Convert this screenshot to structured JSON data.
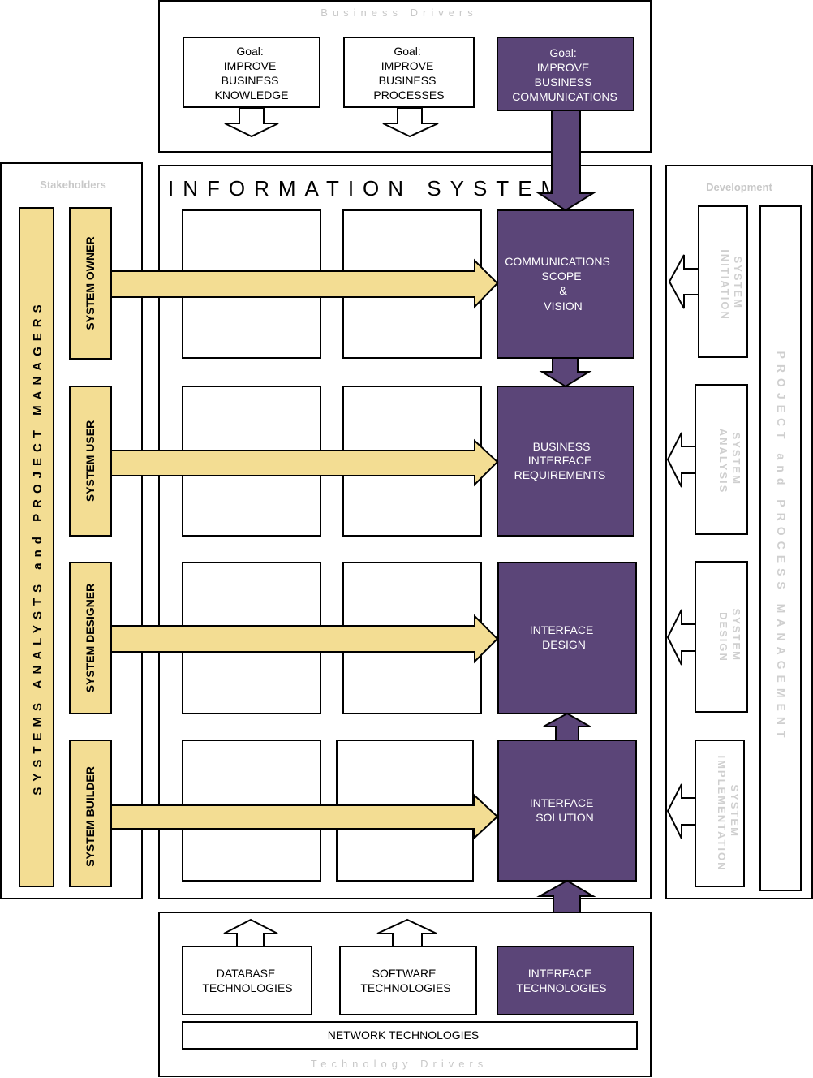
{
  "business_drivers": {
    "title": "Business Drivers",
    "goals": [
      [
        "Goal:",
        "IMPROVE",
        "BUSINESS",
        "KNOWLEDGE"
      ],
      [
        "Goal:",
        "IMPROVE",
        "BUSINESS",
        "PROCESSES"
      ],
      [
        "Goal:",
        "IMPROVE",
        "BUSINESS",
        "COMMUNICATIONS"
      ]
    ]
  },
  "information_system": {
    "title": "INFORMATION SYSTEM",
    "highlighted_cells": [
      [
        "COMMUNICATIONS",
        "SCOPE",
        "&",
        "VISION"
      ],
      [
        "BUSINESS",
        "INTERFACE",
        "REQUIREMENTS"
      ],
      [
        "INTERFACE",
        "DESIGN"
      ],
      [
        "INTERFACE",
        "SOLUTION"
      ]
    ]
  },
  "stakeholders": {
    "title": "Stakeholders",
    "side_label": "SYSTEMS ANALYSTS and PROJECT MANAGERS",
    "roles": [
      "SYSTEM OWNER",
      "SYSTEM USER",
      "SYSTEM DESIGNER",
      "SYSTEM BUILDER"
    ]
  },
  "development": {
    "title": "Development",
    "side_label": "PROJECT and PROCESS MANAGEMENT",
    "phases": [
      [
        "SYSTEM",
        "INITIATION"
      ],
      [
        "SYSTEM",
        "ANALYSIS"
      ],
      [
        "SYSTEM",
        "DESIGN"
      ],
      [
        "SYSTEM",
        "IMPLEMENTATION"
      ]
    ]
  },
  "technology_drivers": {
    "title": "Technology Drivers",
    "technologies": [
      [
        "DATABASE",
        "TECHNOLOGIES"
      ],
      [
        "SOFTWARE",
        "TECHNOLOGIES"
      ],
      [
        "INTERFACE",
        "TECHNOLOGIES"
      ]
    ],
    "network": "NETWORK TECHNOLOGIES"
  },
  "colors": {
    "highlight": "#5b4578",
    "stakeholder": "#f3dd93",
    "muted_text": "#c8c8c8"
  }
}
